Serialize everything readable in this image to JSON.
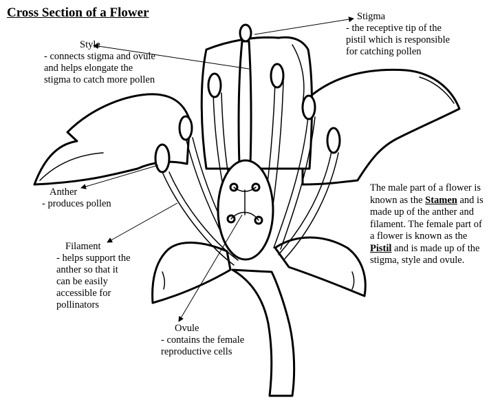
{
  "title": "Cross Section of a Flower",
  "labels": {
    "style": {
      "name": "Style",
      "desc": [
        "- connects stigma and ovule",
        "and helps elongate the",
        "stigma to catch more pollen"
      ]
    },
    "stigma": {
      "name": "Stigma",
      "desc": [
        "- the receptive tip of the",
        "pistil which is responsible",
        "for catching pollen"
      ]
    },
    "anther": {
      "name": "Anther",
      "desc": [
        "- produces pollen"
      ]
    },
    "filament": {
      "name": "Filament",
      "desc": [
        "- helps support the",
        "anther so that it",
        "can be easily",
        "accessible for",
        "pollinators"
      ]
    },
    "ovule": {
      "name": "Ovule",
      "desc": [
        "- contains the female",
        "reproductive cells"
      ]
    }
  },
  "summary": {
    "part1": "The male part of a flower is known as the ",
    "stamen": "Stamen",
    "part2": " and is made up of the anther and filament. The female part of a flower is known as the ",
    "pistil": "Pistil",
    "part3": " and is made up of the stigma, style and ovule."
  }
}
